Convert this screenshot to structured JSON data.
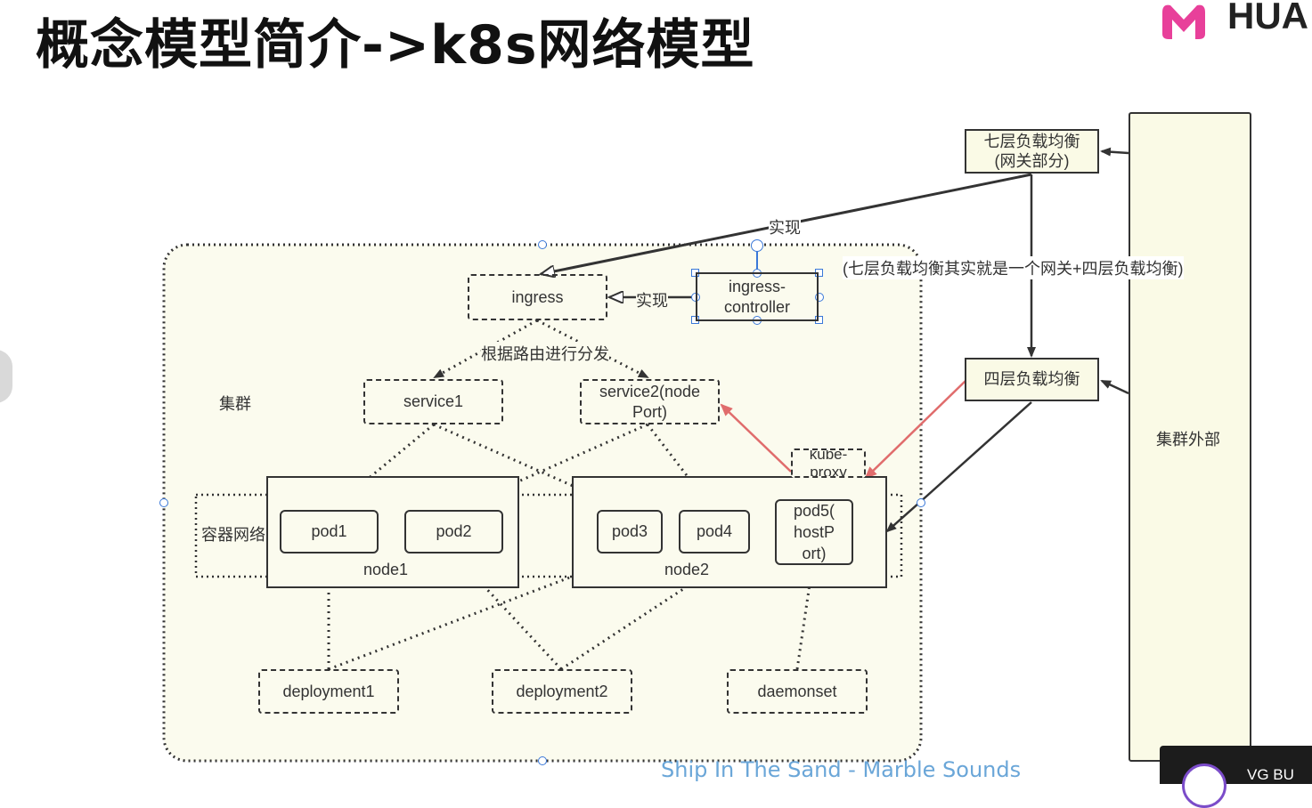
{
  "title": "概念模型简介->k8s网络模型",
  "logo": {
    "text": "HUA",
    "icon": "huawei-logo-icon"
  },
  "labels": {
    "cluster": "集群",
    "container_network": "容器网络",
    "outside": "集群外部",
    "implement_top": "实现",
    "implement_side": "实现",
    "route_dispatch": "根据路由进行分发",
    "lb_note": "(七层负载均衡其实就是一个网关+四层负载均衡)"
  },
  "nodes": {
    "ingress": "ingress",
    "ingress_controller": "ingress-\ncontroller",
    "service1": "service1",
    "service2": "service2(node\nPort)",
    "kube_proxy": "kube-\nproxy",
    "pod1": "pod1",
    "pod2": "pod2",
    "pod3": "pod3",
    "pod4": "pod4",
    "pod5": "pod5(\nhostP\nort)",
    "node1": "node1",
    "node2": "node2",
    "deployment1": "deployment1",
    "deployment2": "deployment2",
    "daemonset": "daemonset",
    "l7_lb": "七层负载均衡\n(网关部分)",
    "l4_lb": "四层负载均衡"
  },
  "watermark": "Ship In The Sand - Marble Sounds",
  "bubble": {
    "text": "VG BU"
  },
  "colors": {
    "accent_red": "#e06c6c",
    "handle_blue": "#3a78d8",
    "cluster_fill": "#fbfbee"
  }
}
